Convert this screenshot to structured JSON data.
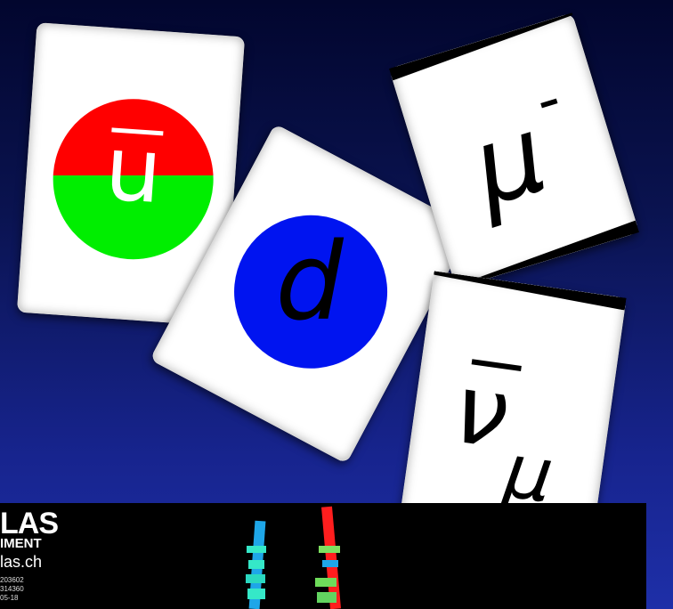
{
  "cards": [
    {
      "symbol": "u",
      "bar": "‾",
      "colors": {
        "top": "#ff0000",
        "bottom": "#00ee00"
      }
    },
    {
      "symbol": "d",
      "colors": {
        "circle": "#0014f0"
      }
    },
    {
      "symbol": "μ",
      "superscript": "-"
    },
    {
      "symbol": "ν",
      "subscript": "μ",
      "bar": "‾"
    }
  ],
  "event_display": {
    "logo_main": "LAS",
    "logo_sub": "IMENT",
    "logo_url": "las.ch",
    "info_lines": [
      "203602",
      "314360",
      "05-18"
    ],
    "track_colors": [
      "#1ea6e8",
      "#ff1e1e"
    ]
  }
}
